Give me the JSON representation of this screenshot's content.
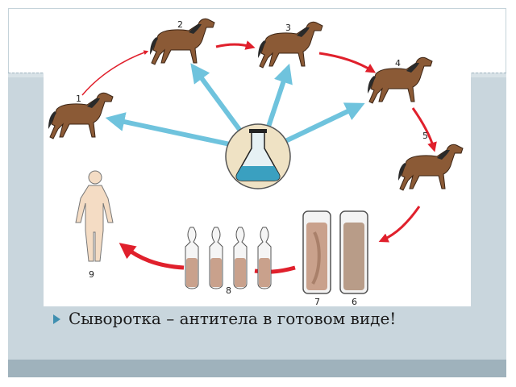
{
  "slide": {
    "caption": "Сыворотка – антитела в готовом виде!",
    "bullet_icon": "triangle-bullet-icon"
  },
  "diagram": {
    "steps": [
      "1",
      "2",
      "3",
      "4",
      "5",
      "6",
      "7",
      "8",
      "9"
    ],
    "colors": {
      "horse": "#8b5a36",
      "mane": "#2a2a2a",
      "arrow": "#e0202c",
      "ray": "#6fc3dd",
      "flask_liquid": "#3aa0c0",
      "serum": "#c9a18c",
      "human": "#f4dcc4"
    }
  }
}
